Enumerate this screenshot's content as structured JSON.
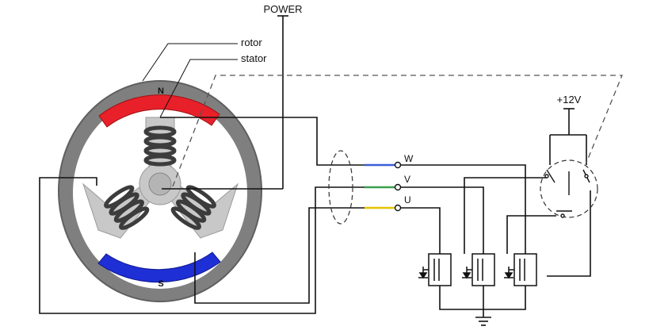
{
  "labels": {
    "power": "POWER",
    "rotor": "rotor",
    "stator": "stator",
    "plus12v": "+12V",
    "phase_w": "W",
    "phase_v": "V",
    "phase_u": "U",
    "pole_n": "N",
    "pole_s": "S"
  },
  "colors": {
    "wire": "#111111",
    "motor_ring": "#7f7f7f",
    "stator_core": "#c8c8c8",
    "coil": "#5a5a5a",
    "north_pole": "#e8202a",
    "south_pole": "#1f2fd6",
    "phase_w": "#3a5fd9",
    "phase_v": "#3aa04f",
    "phase_u": "#e5c400"
  }
}
